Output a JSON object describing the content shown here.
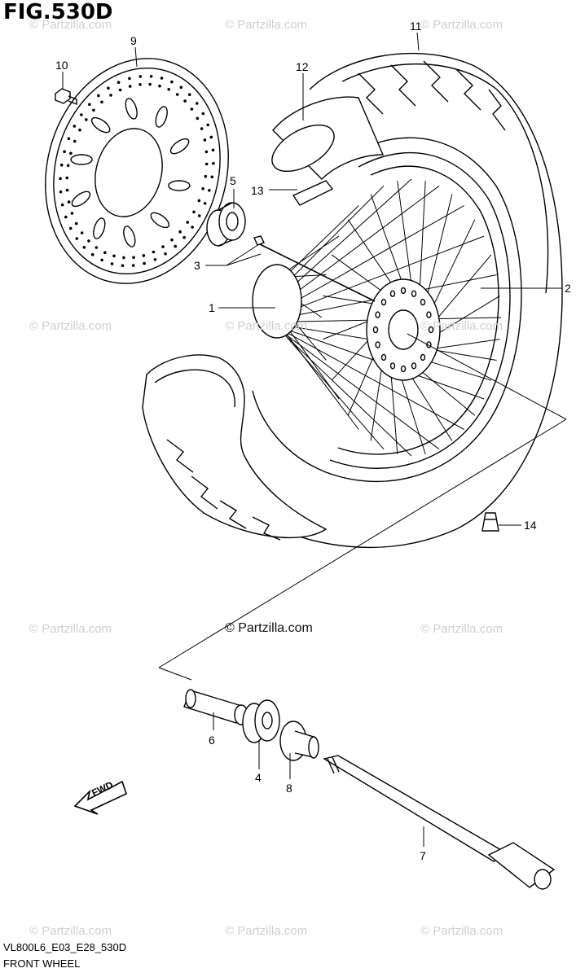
{
  "figure": {
    "title": "FIG.530D",
    "code": "VL800L6_E03_E28_530D",
    "caption": "FRONT WHEEL"
  },
  "watermark": {
    "text": "© Partzilla.com"
  },
  "fwd_label": "FWD",
  "callouts": [
    {
      "id": "1",
      "label": "1"
    },
    {
      "id": "2",
      "label": "2"
    },
    {
      "id": "3",
      "label": "3"
    },
    {
      "id": "4",
      "label": "4"
    },
    {
      "id": "5",
      "label": "5"
    },
    {
      "id": "6",
      "label": "6"
    },
    {
      "id": "7",
      "label": "7"
    },
    {
      "id": "8",
      "label": "8"
    },
    {
      "id": "9",
      "label": "9"
    },
    {
      "id": "10",
      "label": "10"
    },
    {
      "id": "11",
      "label": "11"
    },
    {
      "id": "12",
      "label": "12"
    },
    {
      "id": "13",
      "label": "13"
    },
    {
      "id": "14",
      "label": "14"
    }
  ]
}
